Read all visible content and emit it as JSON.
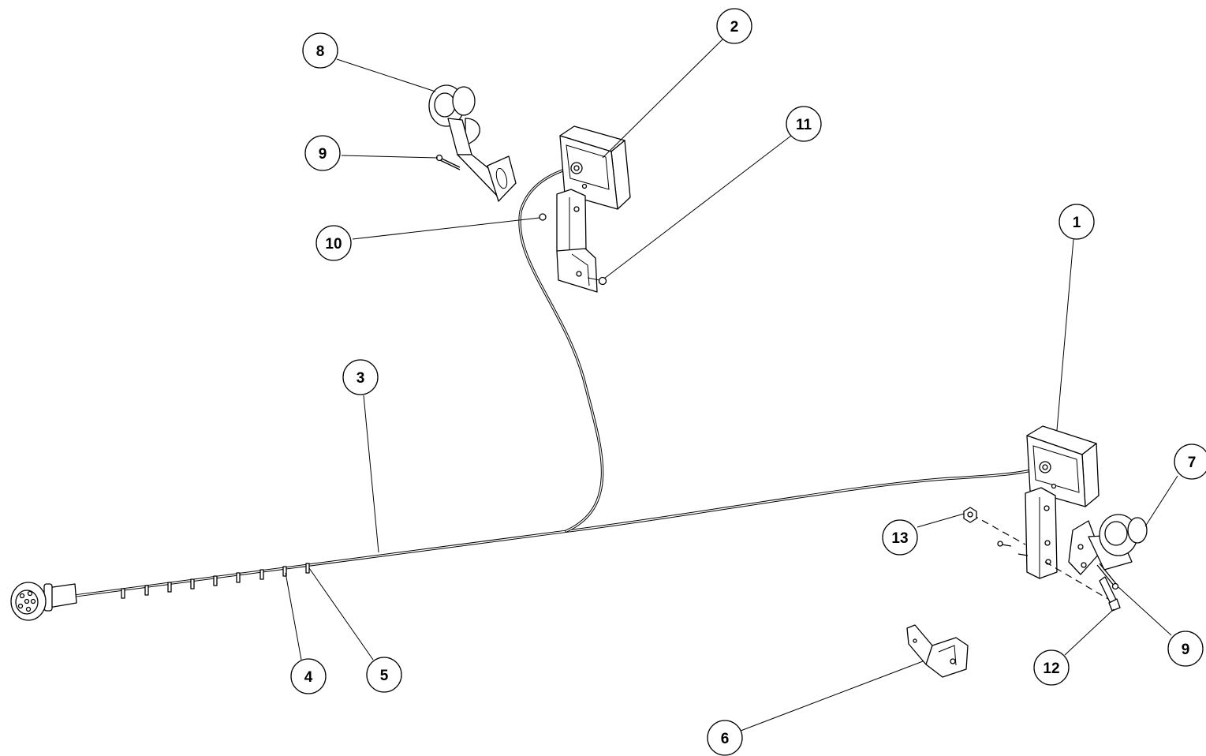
{
  "diagram": {
    "callouts": [
      {
        "label": "1"
      },
      {
        "label": "2"
      },
      {
        "label": "3"
      },
      {
        "label": "4"
      },
      {
        "label": "5"
      },
      {
        "label": "6"
      },
      {
        "label": "7"
      },
      {
        "label": "8"
      },
      {
        "label": "9"
      },
      {
        "label": "9"
      },
      {
        "label": "10"
      },
      {
        "label": "11"
      },
      {
        "label": "12"
      },
      {
        "label": "13"
      }
    ]
  },
  "colors": {
    "line": "#000000",
    "background": "#ffffff"
  }
}
